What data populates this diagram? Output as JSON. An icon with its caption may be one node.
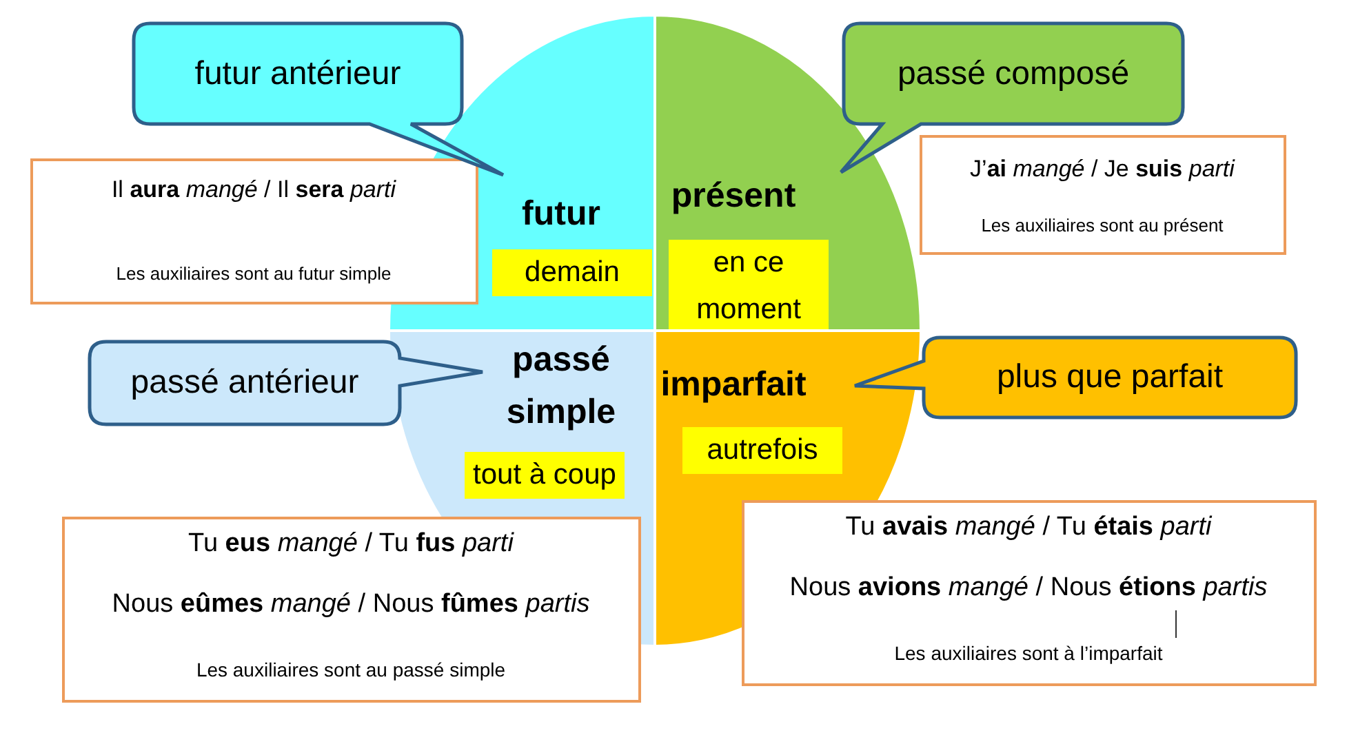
{
  "diagram": {
    "nodes": [
      {
        "text": [
          "futur",
          "demain"
        ]
      },
      {
        "text": [
          "présent",
          "en ce moment"
        ]
      },
      {
        "text": [
          "passé simple",
          "tout à coup"
        ]
      },
      {
        "text": [
          "imparfait",
          "autrefois"
        ]
      },
      {
        "text": [
          "futur antérieur"
        ]
      },
      {
        "text": [
          "passé composé"
        ]
      },
      {
        "text": [
          "Il **aura** *mangé* / Il **sera** *parti*",
          "Les auxiliaires sont au futur simple"
        ]
      },
      {
        "text": [
          "J’**ai** *mangé* / Je **suis** *parti*",
          "Les auxiliaires sont au présent"
        ]
      },
      {
        "text": [
          "passé antérieur"
        ]
      },
      {
        "text": [
          "plus que parfait"
        ]
      },
      {
        "text": [
          "Tu **eus** *mangé* / Tu **fus** *parti*",
          "Nous **eûmes** *mangé* / Nous **fûmes** *partis*",
          "Les auxiliaires sont au passé simple"
        ]
      },
      {
        "text": [
          "Tu **avais** *mangé* / Tu **étais** *parti*",
          "Nous **avions** *mangé* / Nous **étions** *partis*",
          "Les auxiliaires sont à l’imparfait"
        ]
      }
    ]
  }
}
